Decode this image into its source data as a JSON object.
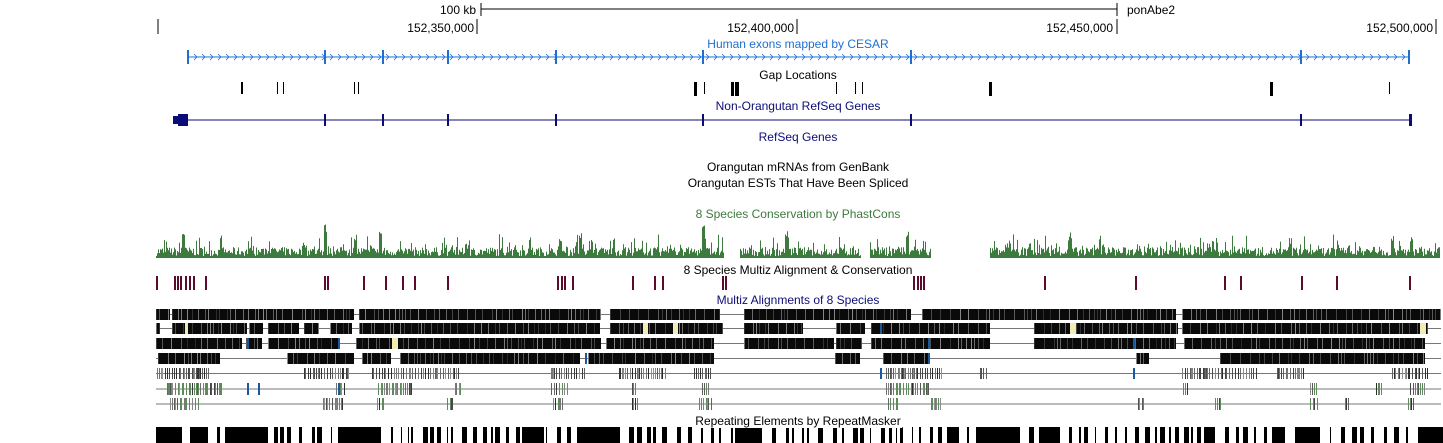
{
  "ruler": {
    "scale_label": "100 kb",
    "assembly": "ponAbe2",
    "positions": [
      "152,350,000",
      "152,400,000",
      "152,450,000",
      "152,500,000"
    ]
  },
  "tracks": {
    "cesar": "Human exons mapped by CESAR",
    "gap": "Gap Locations",
    "non_orangutan_refseq": "Non-Orangutan RefSeq Genes",
    "refseq": "RefSeq Genes",
    "mrna": "Orangutan mRNAs from GenBank",
    "est": "Orangutan ESTs That Have Been Spliced",
    "phastcons": "8 Species Conservation by PhastCons",
    "multiz_cons": "8 Species Multiz Alignment & Conservation",
    "multiz_align": "Multiz Alignments of 8 Species",
    "repeatmasker": "Repeating Elements by RepeatMasker"
  },
  "colors": {
    "cesar": "#1f6fd1",
    "refseq": "#0c0c78",
    "conservation": "#3d7a3d",
    "multiz_element": "#5c0a2e",
    "label_default": "#000000",
    "gap_cream": "#f0ecb4"
  }
}
